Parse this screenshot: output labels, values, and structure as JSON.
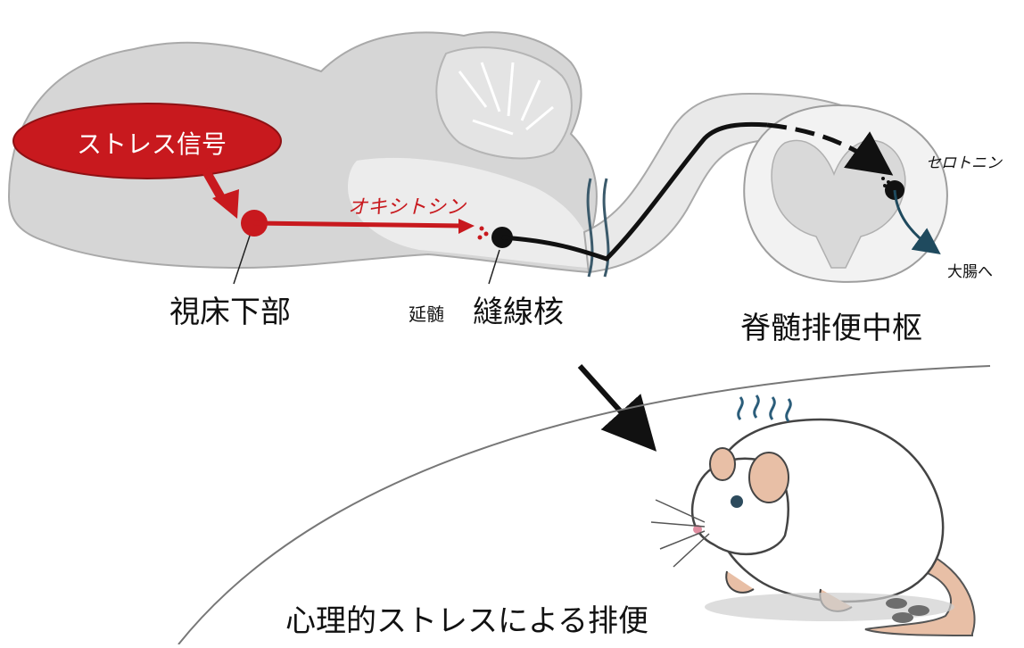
{
  "labels": {
    "stress_signal": "ストレス信号",
    "oxytocin": "オキシトシン",
    "hypothalamus": "視床下部",
    "medulla": "延髄",
    "raphe": "縫線核",
    "serotonin": "セロトニン",
    "to_colon": "大腸へ",
    "spinal_center": "脊髄排便中枢",
    "caption": "心理的ストレスによる排便"
  },
  "colors": {
    "stress_red": "#c8191e",
    "brain_gray": "#d3d3d3",
    "neuron_black": "#111111",
    "serotonin_teal": "#1f4a5e",
    "rat_ear_pink": "#e8bfa6"
  }
}
